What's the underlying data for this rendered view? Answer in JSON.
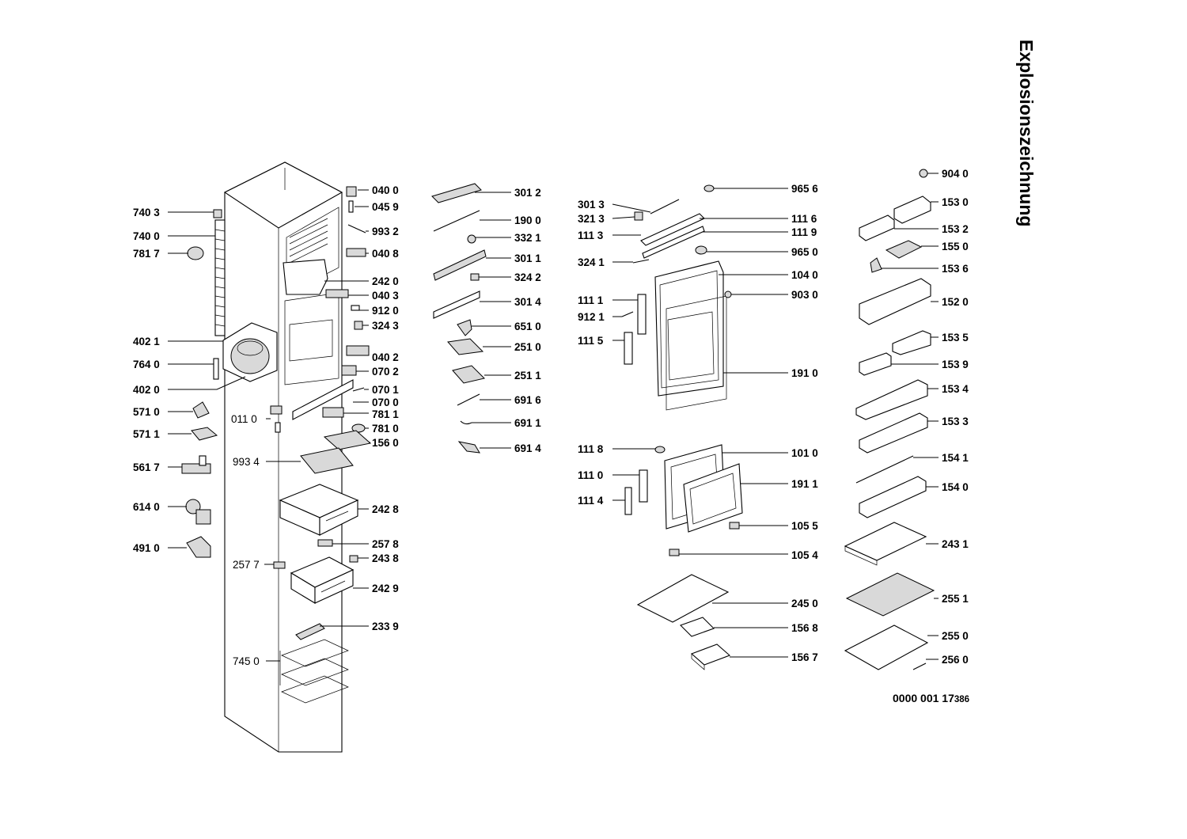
{
  "title": "Explosionszeichnung",
  "document_number": {
    "main": "0000 001 17",
    "suffix": "386"
  },
  "labels": [
    {
      "text": "040 0"
    },
    {
      "text": "045 9"
    },
    {
      "text": "740 3"
    },
    {
      "text": "740 0"
    },
    {
      "text": "993 2"
    },
    {
      "text": "781 7"
    },
    {
      "text": "040 8"
    },
    {
      "text": "242 0"
    },
    {
      "text": "040 3"
    },
    {
      "text": "912 0"
    },
    {
      "text": "324 3"
    },
    {
      "text": "402 1"
    },
    {
      "text": "040 2"
    },
    {
      "text": "764 0"
    },
    {
      "text": "070 2"
    },
    {
      "text": "402 0"
    },
    {
      "text": "070 1"
    },
    {
      "text": "070 0"
    },
    {
      "text": "571 0"
    },
    {
      "text": "781 1"
    },
    {
      "text": "011 0"
    },
    {
      "text": "781 0"
    },
    {
      "text": "571 1"
    },
    {
      "text": "156 0"
    },
    {
      "text": "993 4"
    },
    {
      "text": "561 7"
    },
    {
      "text": "242 8"
    },
    {
      "text": "614 0"
    },
    {
      "text": "491 0"
    },
    {
      "text": "257 8"
    },
    {
      "text": "257 7"
    },
    {
      "text": "243 8"
    },
    {
      "text": "242 9"
    },
    {
      "text": "233 9"
    },
    {
      "text": "745 0"
    },
    {
      "text": "301 2"
    },
    {
      "text": "190 0"
    },
    {
      "text": "332 1"
    },
    {
      "text": "301 1"
    },
    {
      "text": "324 2"
    },
    {
      "text": "301 4"
    },
    {
      "text": "651 0"
    },
    {
      "text": "251 0"
    },
    {
      "text": "251 1"
    },
    {
      "text": "691 6"
    },
    {
      "text": "691 1"
    },
    {
      "text": "691 4"
    },
    {
      "text": "965 6"
    },
    {
      "text": "301 3"
    },
    {
      "text": "321 3"
    },
    {
      "text": "111 6"
    },
    {
      "text": "111 3"
    },
    {
      "text": "111 9"
    },
    {
      "text": "324 1"
    },
    {
      "text": "965 0"
    },
    {
      "text": "104 0"
    },
    {
      "text": "111 1"
    },
    {
      "text": "903 0"
    },
    {
      "text": "912 1"
    },
    {
      "text": "111 5"
    },
    {
      "text": "191 0"
    },
    {
      "text": "111 8"
    },
    {
      "text": "101 0"
    },
    {
      "text": "111 0"
    },
    {
      "text": "191 1"
    },
    {
      "text": "111 4"
    },
    {
      "text": "105 5"
    },
    {
      "text": "105 4"
    },
    {
      "text": "245 0"
    },
    {
      "text": "156 8"
    },
    {
      "text": "156 7"
    },
    {
      "text": "904 0"
    },
    {
      "text": "153 0"
    },
    {
      "text": "153 2"
    },
    {
      "text": "155 0"
    },
    {
      "text": "153 6"
    },
    {
      "text": "152 0"
    },
    {
      "text": "153 5"
    },
    {
      "text": "153 9"
    },
    {
      "text": "153 4"
    },
    {
      "text": "153 3"
    },
    {
      "text": "154 1"
    },
    {
      "text": "154 0"
    },
    {
      "text": "243 1"
    },
    {
      "text": "255 1"
    },
    {
      "text": "255 0"
    },
    {
      "text": "256 0"
    }
  ]
}
